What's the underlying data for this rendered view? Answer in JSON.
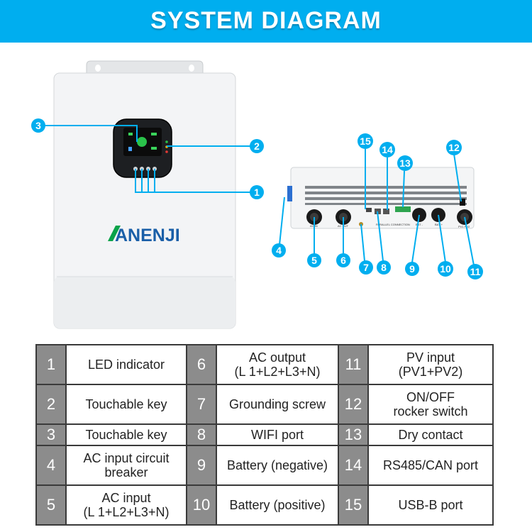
{
  "header": {
    "title": "SYSTEM DIAGRAM"
  },
  "brand": {
    "logo_text": "ANENJI"
  },
  "colors": {
    "header_bg": "#00AEEF",
    "callout": "#00AEEF",
    "number_cell": "#8c8c8c"
  },
  "rear_panel_labels": {
    "ac_in": "AC IN",
    "ac_out": "AC OUT",
    "parallel": "PARALLEL CONNECTION",
    "bat_minus": "BAT -",
    "bat_plus": "BAT +",
    "pv": "PV1 PV2"
  },
  "callouts": [
    "1",
    "2",
    "3",
    "4",
    "5",
    "6",
    "7",
    "8",
    "9",
    "10",
    "11",
    "12",
    "13",
    "14",
    "15"
  ],
  "legend": [
    {
      "num": "1",
      "lines": [
        "LED indicator"
      ]
    },
    {
      "num": "6",
      "lines": [
        "AC output",
        "(L 1+L2+L3+N)"
      ]
    },
    {
      "num": "11",
      "lines": [
        "PV input",
        "(PV1+PV2)"
      ]
    },
    {
      "num": "2",
      "lines": [
        "Touchable key"
      ]
    },
    {
      "num": "7",
      "lines": [
        "Grounding screw"
      ]
    },
    {
      "num": "12",
      "lines": [
        "ON/OFF",
        "rocker switch"
      ]
    },
    {
      "num": "3",
      "lines": [
        "Touchable key"
      ]
    },
    {
      "num": "8",
      "lines": [
        "WIFI port"
      ]
    },
    {
      "num": "13",
      "lines": [
        "Dry contact"
      ]
    },
    {
      "num": "4",
      "lines": [
        "AC input circuit",
        "breaker"
      ]
    },
    {
      "num": "9",
      "lines": [
        "Battery (negative)"
      ]
    },
    {
      "num": "14",
      "lines": [
        "RS485/CAN port"
      ]
    },
    {
      "num": "5",
      "lines": [
        "AC input",
        "(L 1+L2+L3+N)"
      ]
    },
    {
      "num": "10",
      "lines": [
        "Battery (positive)"
      ]
    },
    {
      "num": "15",
      "lines": [
        "USB-B port"
      ]
    }
  ]
}
